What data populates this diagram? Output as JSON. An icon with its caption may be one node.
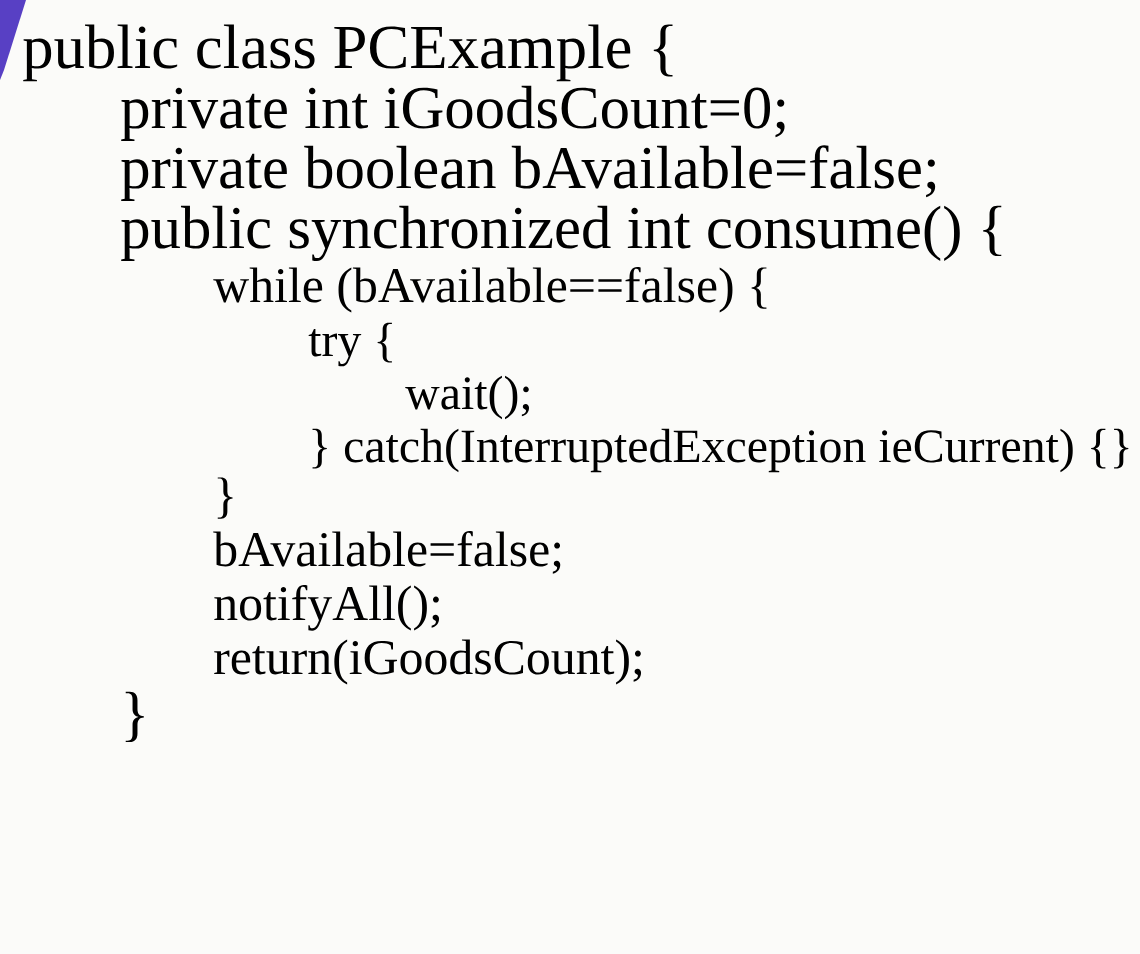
{
  "diagram": {
    "labels": [
      "public class PCExample {",
      "private int iGoodsCount=0;",
      "private boolean bAvailable=false;",
      "public synchronized int consume() {",
      "while (bAvailable==false) {",
      "try {",
      "wait();",
      "} catch(InterruptedException ieCurrent) {}",
      "}",
      "bAvailable=false;",
      "notifyAll();",
      "return(iGoodsCount);",
      "}"
    ]
  }
}
